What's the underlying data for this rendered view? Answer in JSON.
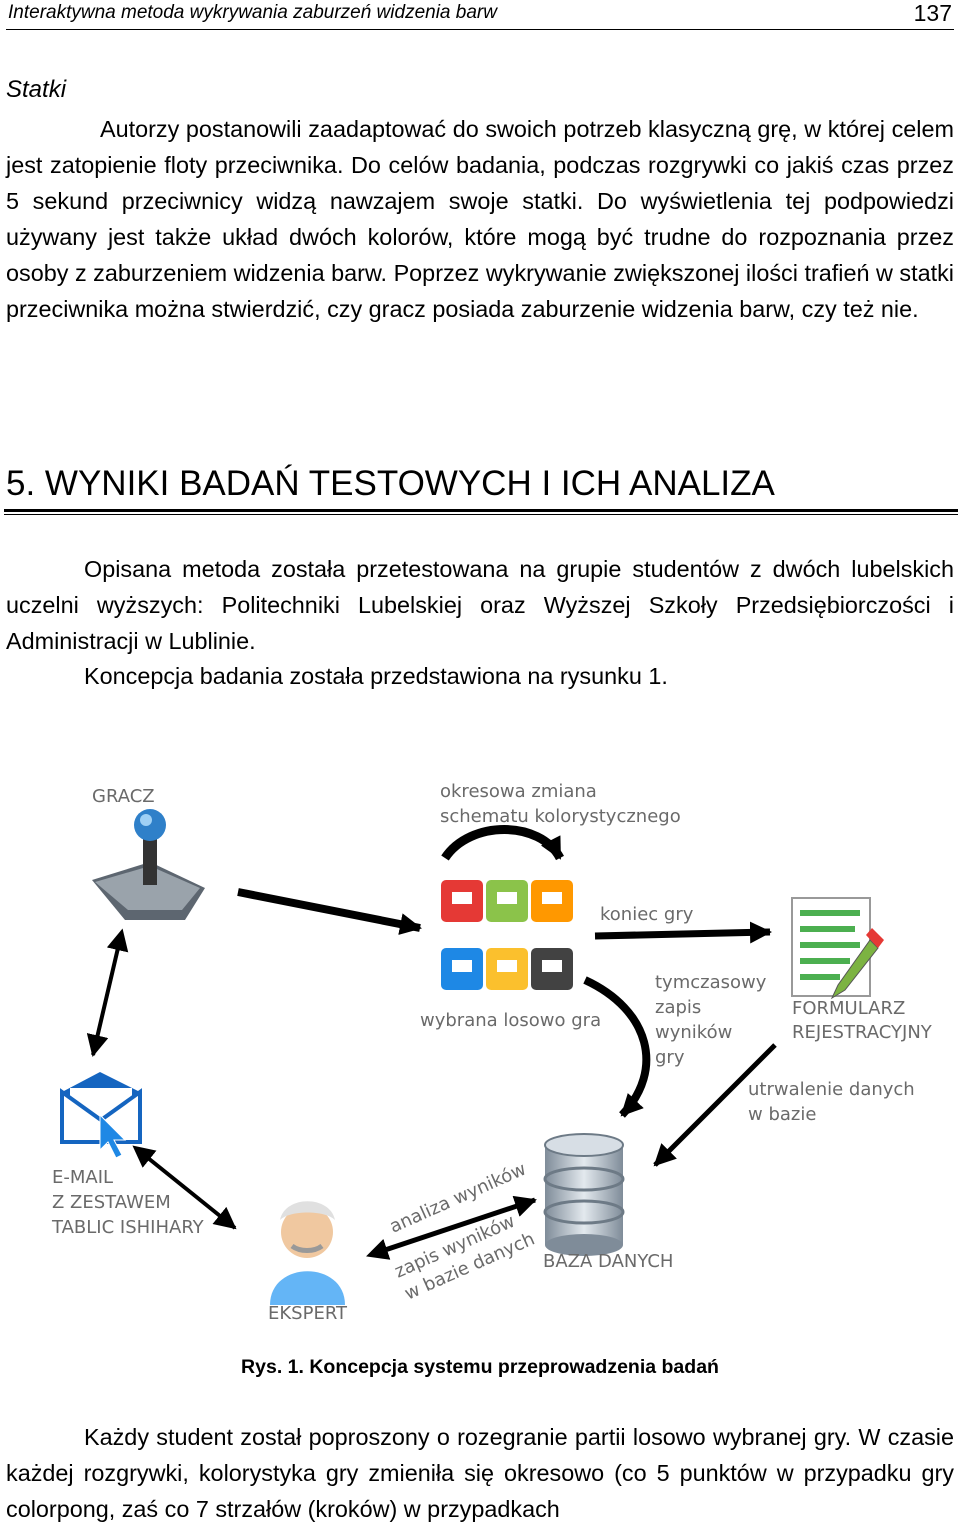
{
  "header": {
    "running_title": "Interaktywna metoda wykrywania zaburzeń widzenia barw",
    "page_number": "137"
  },
  "statki": {
    "subheading": "Statki",
    "paragraph": "Autorzy postanowili zaadaptować do swoich potrzeb klasyczną grę, w której celem jest zatopienie floty przeciwnika. Do celów badania, podczas rozgrywki co jakiś czas przez 5 sekund przeciwnicy widzą nawzajem swoje statki. Do wyświetlenia tej podpowiedzi używany jest także układ dwóch kolorów, które mogą być trudne do rozpoznania przez osoby z zaburzeniem widzenia barw. Poprzez wykrywanie zwiększonej ilości trafień w statki przeciwnika można stwierdzić, czy gracz posiada zaburzenie widzenia barw, czy też nie."
  },
  "section": {
    "title": "5. WYNIKI BADAŃ TESTOWYCH I ICH ANALIZA",
    "paragraph1": "Opisana metoda została przetestowana na grupie studentów z dwóch lubelskich uczelni wyższych: Politechniki Lubelskiej oraz Wyższej Szkoły Przedsiębiorczości i Administracji w Lublinie.",
    "paragraph2": "Koncepcja badania została przedstawiona na rysunku 1."
  },
  "figure": {
    "caption": "Rys. 1. Koncepcja systemu przeprowadzenia badań",
    "labels": {
      "gracz": "GRACZ",
      "periodic_change": [
        "okresowa zmiana",
        "schematu kolorystycznego"
      ],
      "end_of_game": "koniec gry",
      "random_game": "wybrana losowo gra",
      "temp_save": [
        "tymczasowy",
        "zapis",
        "wyników",
        "gry"
      ],
      "form": [
        "FORMULARZ",
        "REJESTRACYJNY"
      ],
      "persist": [
        "utrwalenie danych",
        "w bazie"
      ],
      "email": [
        "E-MAIL",
        "Z ZESTAWEM",
        "TABLIC ISHIHARY"
      ],
      "analysis": "analiza wyników",
      "save_results": [
        "zapis wyników",
        "w bazie danych"
      ],
      "database": "BAZA DANYCH",
      "expert": "EKSPERT"
    },
    "icons": [
      "joystick-icon",
      "game-tile-icons",
      "registration-form-icon",
      "envelope-icon",
      "database-icon",
      "expert-icon"
    ],
    "tile_colors": [
      "#e53935",
      "#8bc34a",
      "#ff9800",
      "#1e88e5",
      "#fbc02d",
      "#424242"
    ]
  },
  "final": {
    "paragraph": "Każdy student został poproszony o rozegranie partii losowo wybranej gry. W czasie każdej rozgrywki, kolorystyka gry zmieniła się okresowo (co 5 punktów w przypadku gry colorpong, zaś co 7 strzałów (kroków) w przypadkach"
  }
}
